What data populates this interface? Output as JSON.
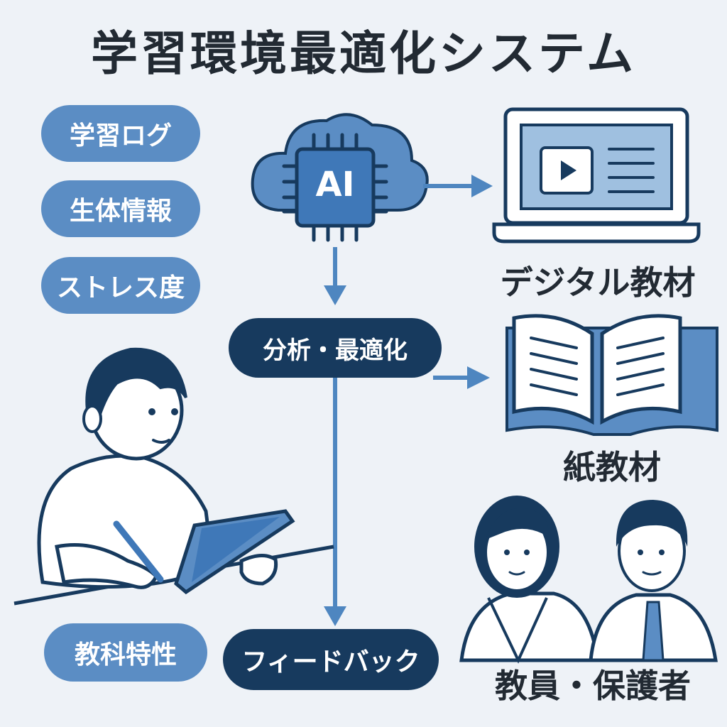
{
  "title": "学習環境最適化システム",
  "inputs": {
    "learning_log": "学習ログ",
    "biometrics": "生体情報",
    "stress": "ストレス度",
    "subject": "教科特性"
  },
  "ai": {
    "chip_label": "AI",
    "process_label": "分析・最適化"
  },
  "feedback_label": "フィードバック",
  "outputs": {
    "digital": "デジタル教材",
    "paper": "紙教材",
    "people": "教員・保護者"
  },
  "colors": {
    "navy": "#173a5e",
    "mid_blue": "#5b8dc4",
    "light_blue": "#9fc0e0",
    "background": "#eef2f7"
  }
}
